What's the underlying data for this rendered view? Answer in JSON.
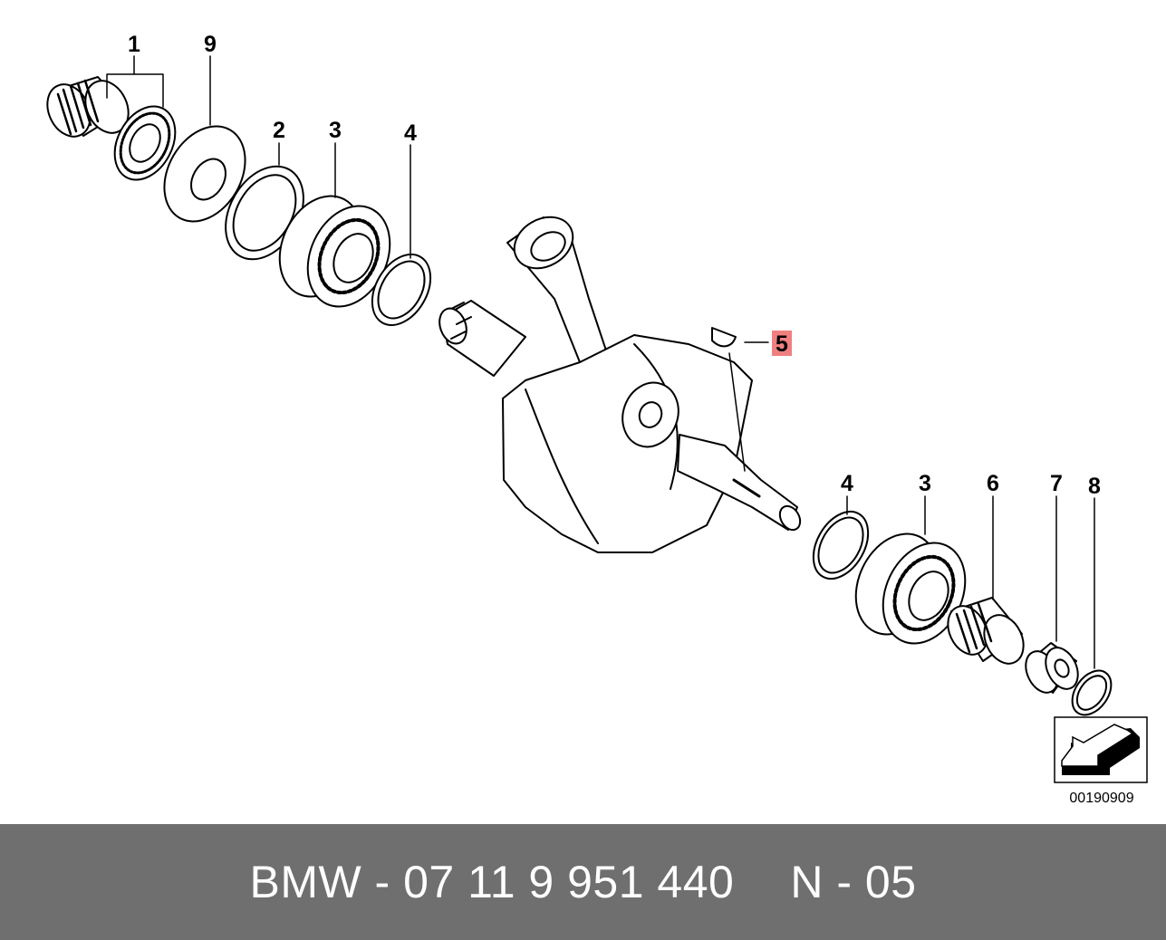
{
  "diagram": {
    "callouts": {
      "p1": "1",
      "p9": "9",
      "p2": "2",
      "p3_upper": "3",
      "p4_upper": "4",
      "p5": "5",
      "p4_lower": "4",
      "p3_lower": "3",
      "p6": "6",
      "p7": "7",
      "p8": "8"
    },
    "highlight_color": "#f08080",
    "drawing_number": "00190909"
  },
  "footer": {
    "part_label": "BMW - 07 11 9 951 440",
    "position_label": "N - 05",
    "background_color": "#6f6f6f"
  }
}
